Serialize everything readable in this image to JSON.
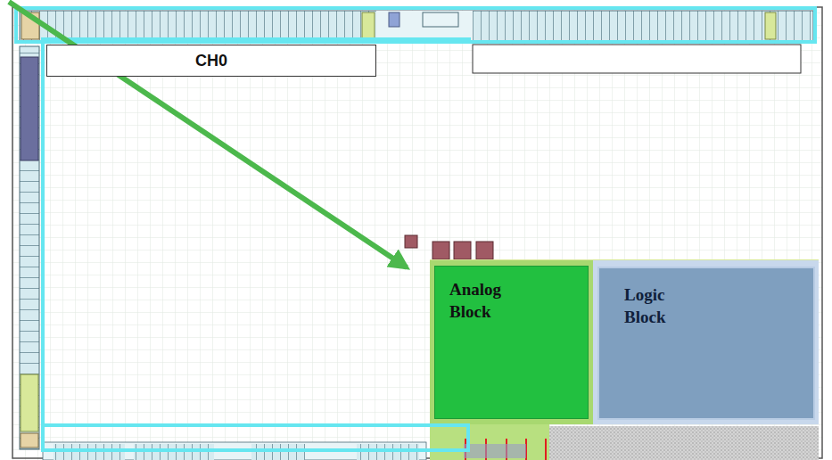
{
  "diagram": {
    "nodes": [
      {
        "text": [
          "CH0"
        ]
      },
      {
        "text": [
          "Analog Block"
        ]
      },
      {
        "text": [
          "Logic Block"
        ]
      }
    ]
  }
}
